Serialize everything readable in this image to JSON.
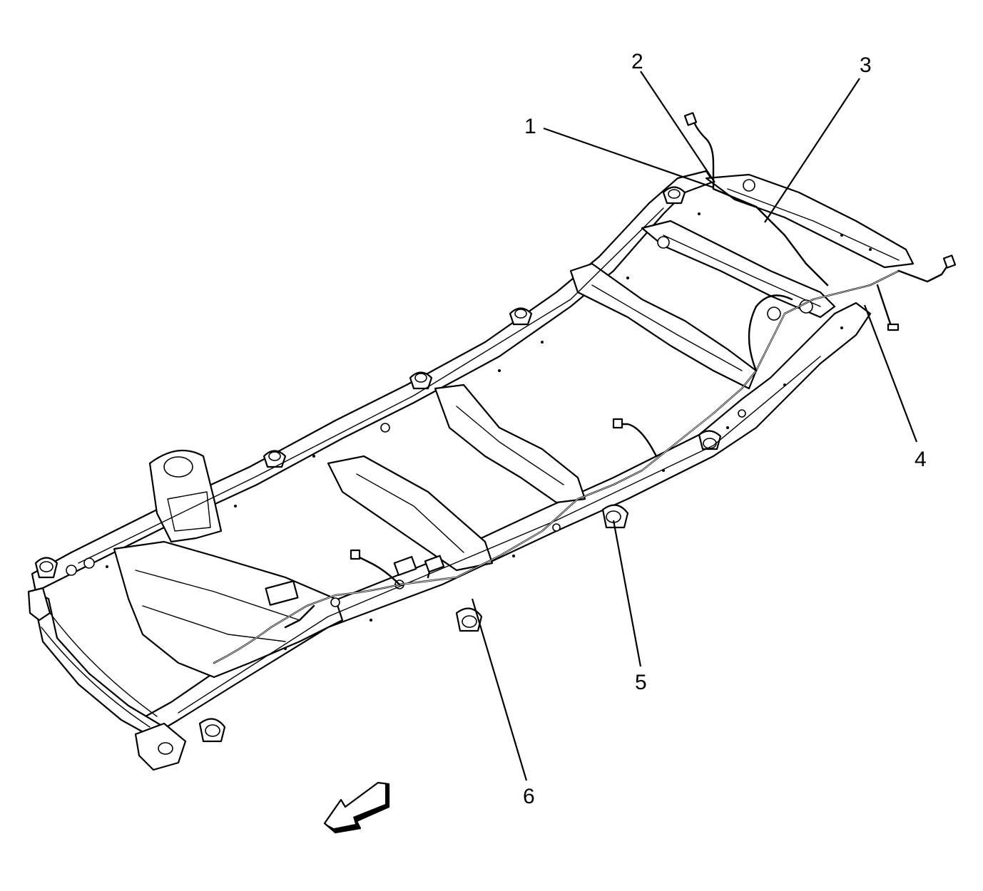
{
  "diagram": {
    "callouts": [
      {
        "id": "1",
        "label": "1"
      },
      {
        "id": "2",
        "label": "2"
      },
      {
        "id": "3",
        "label": "3"
      },
      {
        "id": "4",
        "label": "4"
      },
      {
        "id": "5",
        "label": "5"
      },
      {
        "id": "6",
        "label": "6"
      }
    ],
    "direction_arrow_icon": "front-direction-arrow-icon"
  }
}
